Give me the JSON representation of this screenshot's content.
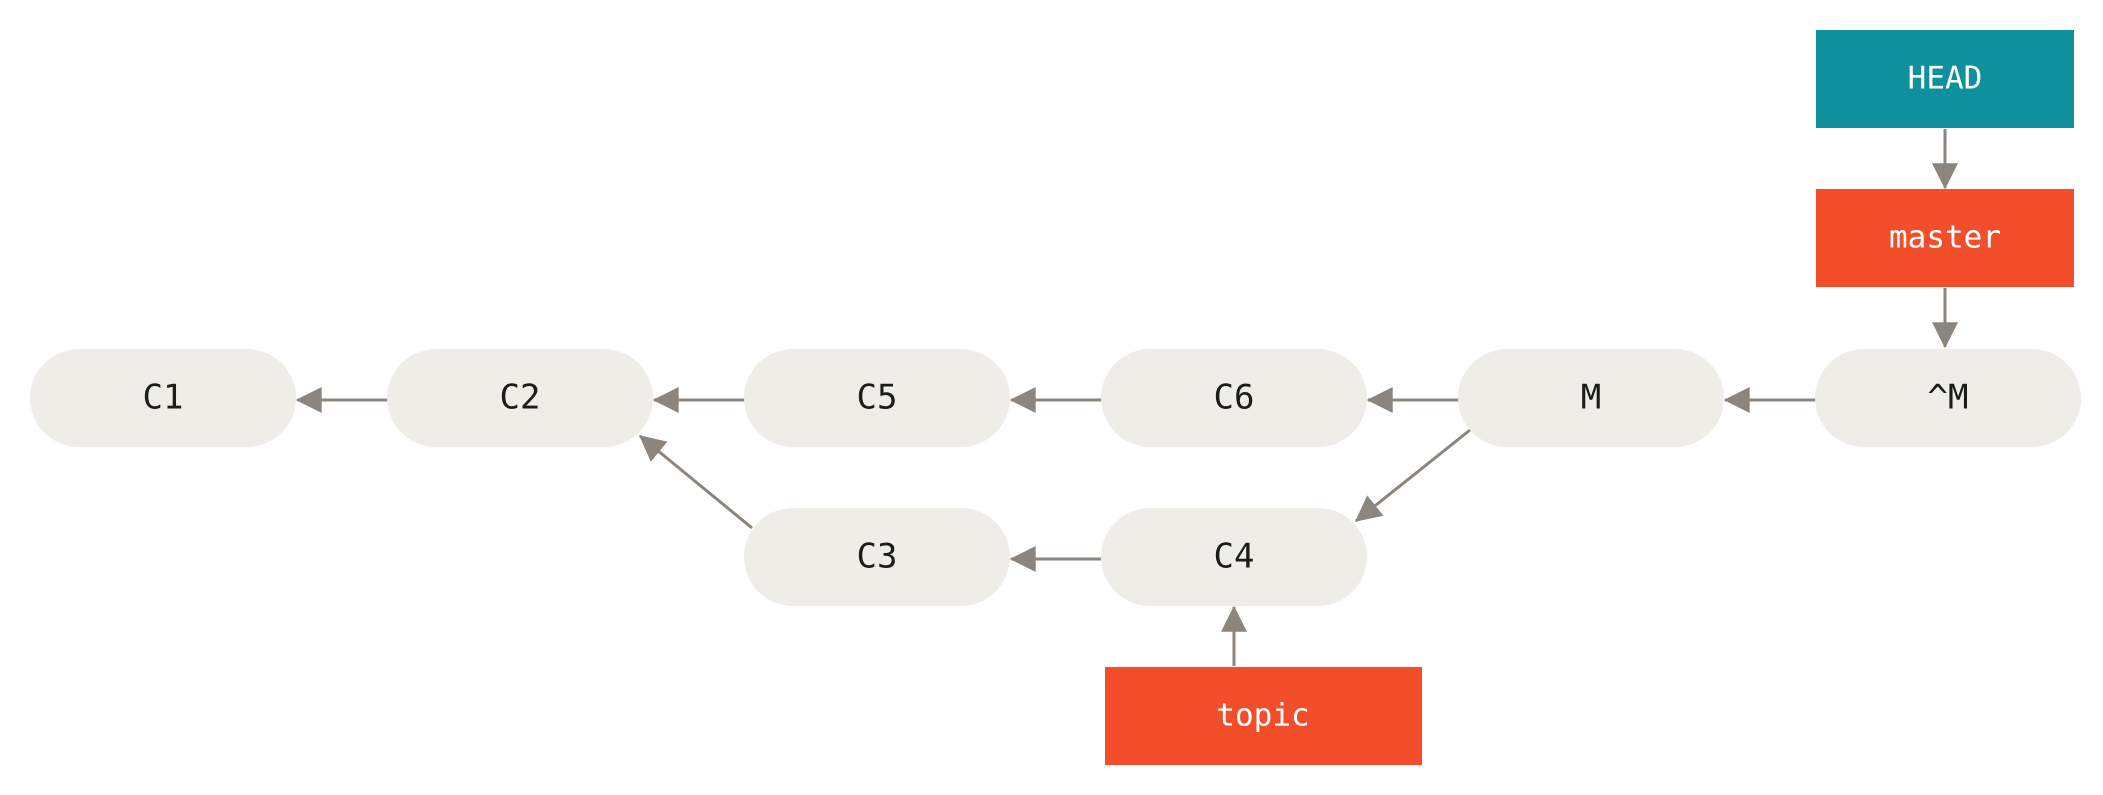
{
  "colors": {
    "background": "#ffffff",
    "commit_fill": "#efede7",
    "commit_text": "#1b1b1b",
    "arrow": "#8b857d",
    "head_fill": "#0e919d",
    "branch_fill": "#f24e2b",
    "ref_text": "#ffffff"
  },
  "commits": {
    "c1": "C1",
    "c2": "C2",
    "c5": "C5",
    "c6": "C6",
    "m": "M",
    "revert": "^M",
    "c3": "C3",
    "c4": "C4"
  },
  "refs": {
    "head": "HEAD",
    "master": "master",
    "topic": "topic"
  }
}
